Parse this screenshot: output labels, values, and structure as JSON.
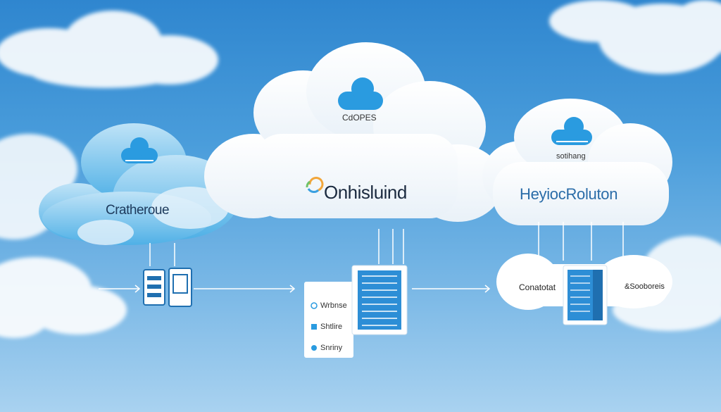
{
  "diagram": {
    "left_cloud": {
      "label": "Cratheroue"
    },
    "center_cloud": {
      "small_label": "CdOPES",
      "main_label": "Onhisluind"
    },
    "right_cloud": {
      "small_label": "sotihang",
      "main_label": "HeyiocRoluton"
    },
    "right_nodes": {
      "left_label": "Conatotat",
      "right_label": "&Sooboreis"
    },
    "center_list": [
      {
        "label": "Wrbnse"
      },
      {
        "label": "Shtlire"
      },
      {
        "label": "Snriny"
      }
    ]
  },
  "colors": {
    "sky_top": "#2f86cf",
    "sky_bottom": "#a9d2f0",
    "cloud_white": "#ffffff",
    "cloud_blue": "#5bb6e8",
    "accent_blue": "#2c8fd6"
  }
}
